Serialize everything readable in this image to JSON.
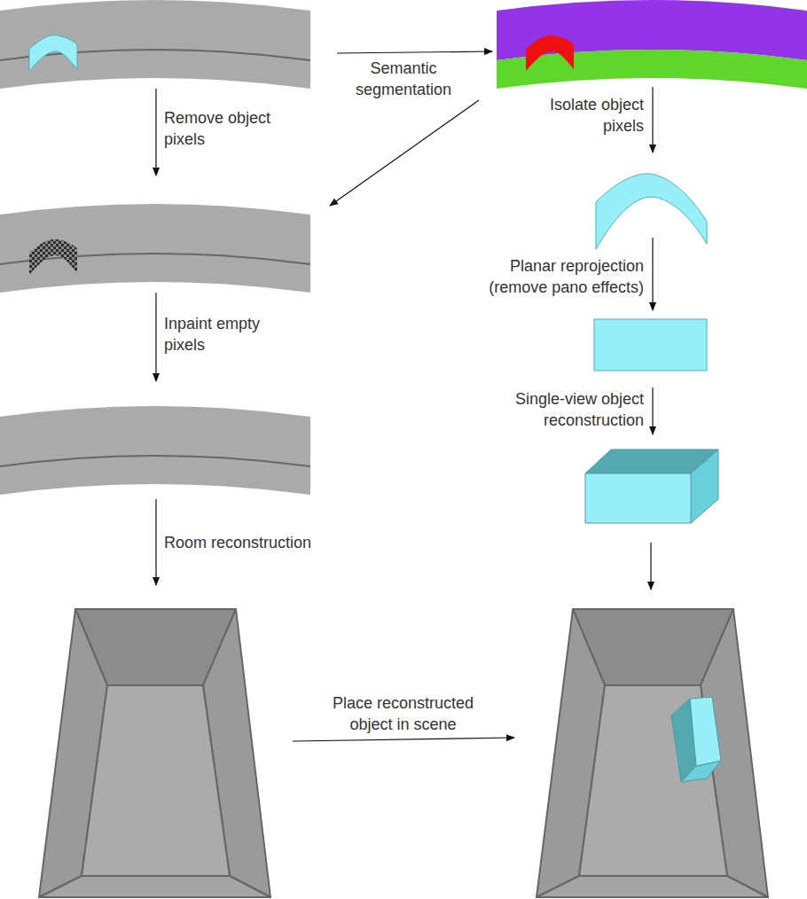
{
  "diagram": {
    "labels": [
      "Semantic segmentation",
      "Remove object pixels",
      "Isolate object pixels",
      "Inpaint empty pixels",
      "Planar reprojection (remove pano effects)",
      "Single-view object reconstruction",
      "Room reconstruction",
      "Place reconstructed object in scene"
    ]
  }
}
